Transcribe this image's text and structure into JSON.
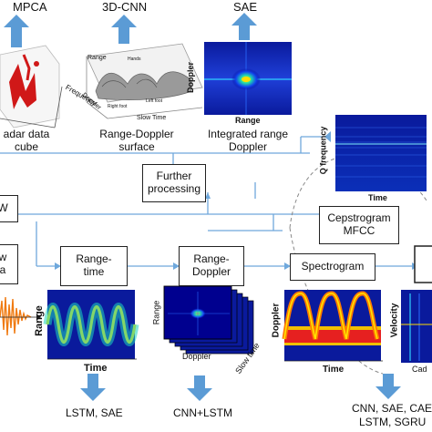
{
  "top": {
    "mpca": "MPCA",
    "cnn3d": "3D-CNN",
    "sae": "SAE",
    "radar_cube_label": "adar data\ncube",
    "cube_axis_frequency": "Frequency",
    "rd_surface_label": "Range-Doppler\nsurface",
    "rd_axis_range": "Range",
    "rd_axis_doppler": "Doppler",
    "rd_axis_slowtime": "Slow Time",
    "rd_annot_hands": "Hands",
    "rd_annot_leftfoot": "Left foot",
    "rd_annot_rightfoot": "Right foot",
    "ird_label": "Integrated range\nDoppler",
    "ird_axis_doppler": "Doppler",
    "ird_axis_range": "Range"
  },
  "middle": {
    "further_processing": "Further\nprocessing",
    "left_w": "W",
    "left_w2": "w\na",
    "cepstrogram": "Cepstrogram\nMFCC",
    "q_freq": "Q frequency",
    "time": "Time"
  },
  "bottom": {
    "range_time": "Range-\ntime",
    "range_doppler": "Range-\nDoppler",
    "spectrogram": "Spectrogram",
    "rt_axis_range": "Range",
    "rt_axis_time": "Time",
    "rd_axis_range": "Range",
    "rd_axis_doppler": "Doppler",
    "rd_axis_slowtime": "Slow time",
    "sp_axis_doppler": "Doppler",
    "sp_axis_time": "Time",
    "cad_axis_velocity": "Velocity",
    "cad_axis_cad": "Cad",
    "lstm_sae": "LSTM, SAE",
    "cnn_lstm": "CNN+LSTM",
    "cnn_list_1": "CNN, SAE, CAE,",
    "cnn_list_2": "LSTM, SGRU"
  },
  "colors": {
    "arrow_blue": "#5b9bd5",
    "line_blue": "#6fa8dc",
    "jet_dark": "#00008f",
    "box_border": "#222222"
  }
}
